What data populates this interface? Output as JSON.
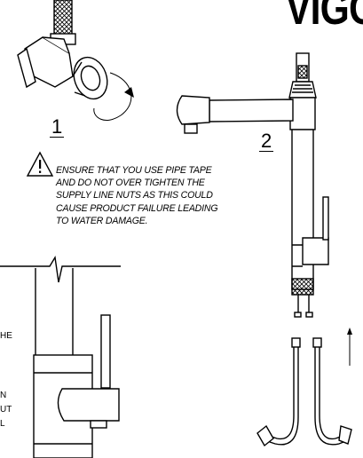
{
  "brand": {
    "name": "VIGO",
    "color": "#000000"
  },
  "steps": {
    "one": "1",
    "two": "2"
  },
  "warning": {
    "icon": "warning-triangle-icon",
    "lines": [
      "ENSURE THAT YOU USE PIPE TAPE",
      "AND DO NOT OVER TIGHTEN THE",
      "SUPPLY LINE NUTS AS THIS COULD",
      "CAUSE PRODUCT FAILURE LEADING",
      "TO WATER DAMAGE."
    ]
  },
  "cropped_left_text": [
    "HE",
    "N",
    "UT",
    "L"
  ]
}
